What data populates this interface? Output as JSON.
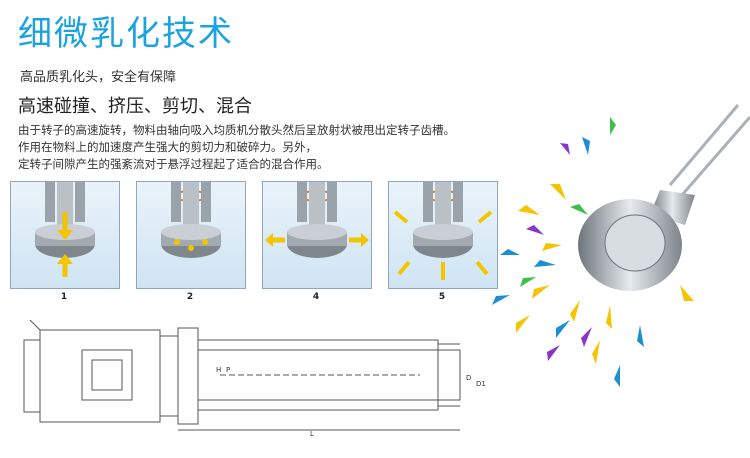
{
  "title": "细微乳化技术",
  "subtitle": "高品质乳化头，安全有保障",
  "heading": "高速碰撞、挤压、剪切、混合",
  "description": [
    "由于转子的高速旋转，物料由轴向吸入均质机分散头然后呈放射状被甩出定转子齿槽。",
    "作用在物料上的加速度产生强大的剪切力和破碎力。另外，",
    "定转子间隙产生的强紊流对于悬浮过程起了适合的混合作用。"
  ],
  "steps": [
    {
      "label": "1"
    },
    {
      "label": "2"
    },
    {
      "label": "4"
    },
    {
      "label": "5"
    }
  ],
  "drawing_labels": {
    "h": "H",
    "p": "P",
    "l": "L",
    "d": "D",
    "d1": "D1"
  },
  "colors": {
    "accent": "#1aa3e0",
    "arrow": "#f5c400",
    "steel": "#8a9299",
    "frame": "#8fa7bb"
  }
}
